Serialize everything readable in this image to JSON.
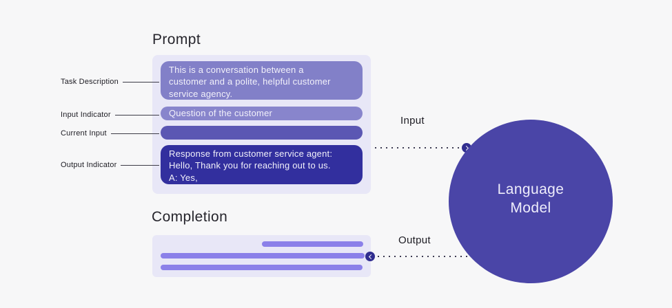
{
  "colors": {
    "background": "#f7f7f8",
    "panel": "#e8e7f7",
    "task_description_box": "#8280c8",
    "input_indicator_box": "#8885cc",
    "current_input_box": "#5b57b3",
    "output_indicator_box": "#322f9e",
    "completion_bar": "#8b80e9",
    "language_model_circle": "#4a45a7",
    "arrow_badge": "#312e8f",
    "dark_text": "#1c1b22",
    "light_text": "#f2f1fa"
  },
  "prompt_section": {
    "heading": "Prompt",
    "boxes": {
      "task_description": {
        "label": "Task Description",
        "text": "This is a conversation between a\ncustomer and a polite, helpful customer\nservice agency."
      },
      "input_indicator": {
        "label": "Input Indicator",
        "text": "Question of the customer"
      },
      "current_input": {
        "label": "Current Input",
        "text": ""
      },
      "output_indicator": {
        "label": "Output Indicator",
        "text": "Response from customer service agent:\nHello, Thank you for reaching out to us.\nA: Yes,"
      }
    }
  },
  "completion_section": {
    "heading": "Completion",
    "bar_count": 3
  },
  "flow": {
    "input_label": "Input",
    "output_label": "Output",
    "model_label": "Language\nModel",
    "input_arrow_icon": "chevron-right",
    "output_arrow_icon": "chevron-left"
  }
}
